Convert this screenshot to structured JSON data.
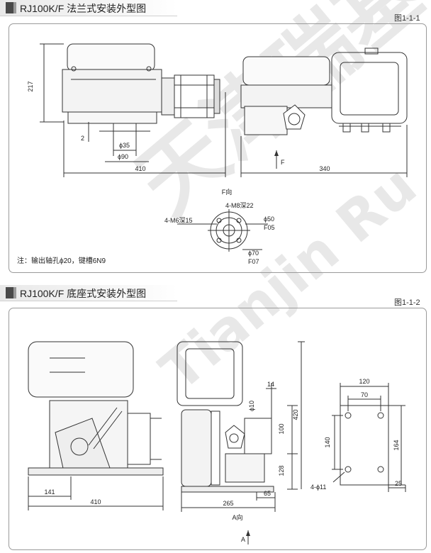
{
  "section1": {
    "title": "RJ100K/F 法兰式安装外型图",
    "figure_no": "图1-1-1",
    "dims": {
      "height_217": "217",
      "d2": "2",
      "phi35": "ϕ35",
      "phi90": "ϕ90",
      "len410": "410",
      "len340": "340",
      "arrow_f": "F"
    },
    "flange_view": {
      "caption": "F向",
      "m8": "4-M8深22",
      "m6": "4-M6深15",
      "phi50": "ϕ50",
      "f05": "F05",
      "phi70": "ϕ70",
      "f07": "F07"
    },
    "note": "注：输出轴孔ϕ20，键槽6N9"
  },
  "section2": {
    "title": "RJ100K/F 底座式安装外型图",
    "figure_no": "图1-1-2",
    "dims": {
      "len141": "141",
      "len410": "410",
      "d14": "14",
      "phi10": "ϕ10",
      "d100": "100",
      "d128": "128",
      "d420": "420",
      "d65": "65",
      "d265": "265",
      "view_a": "A向",
      "arrow_a": "A",
      "b120": "120",
      "b70": "70",
      "b140": "140",
      "b164": "164",
      "holes": "4-ϕ11",
      "b25": "25"
    }
  },
  "watermark": {
    "cn": "天津瑞基",
    "en": "Tianjin Ru"
  }
}
